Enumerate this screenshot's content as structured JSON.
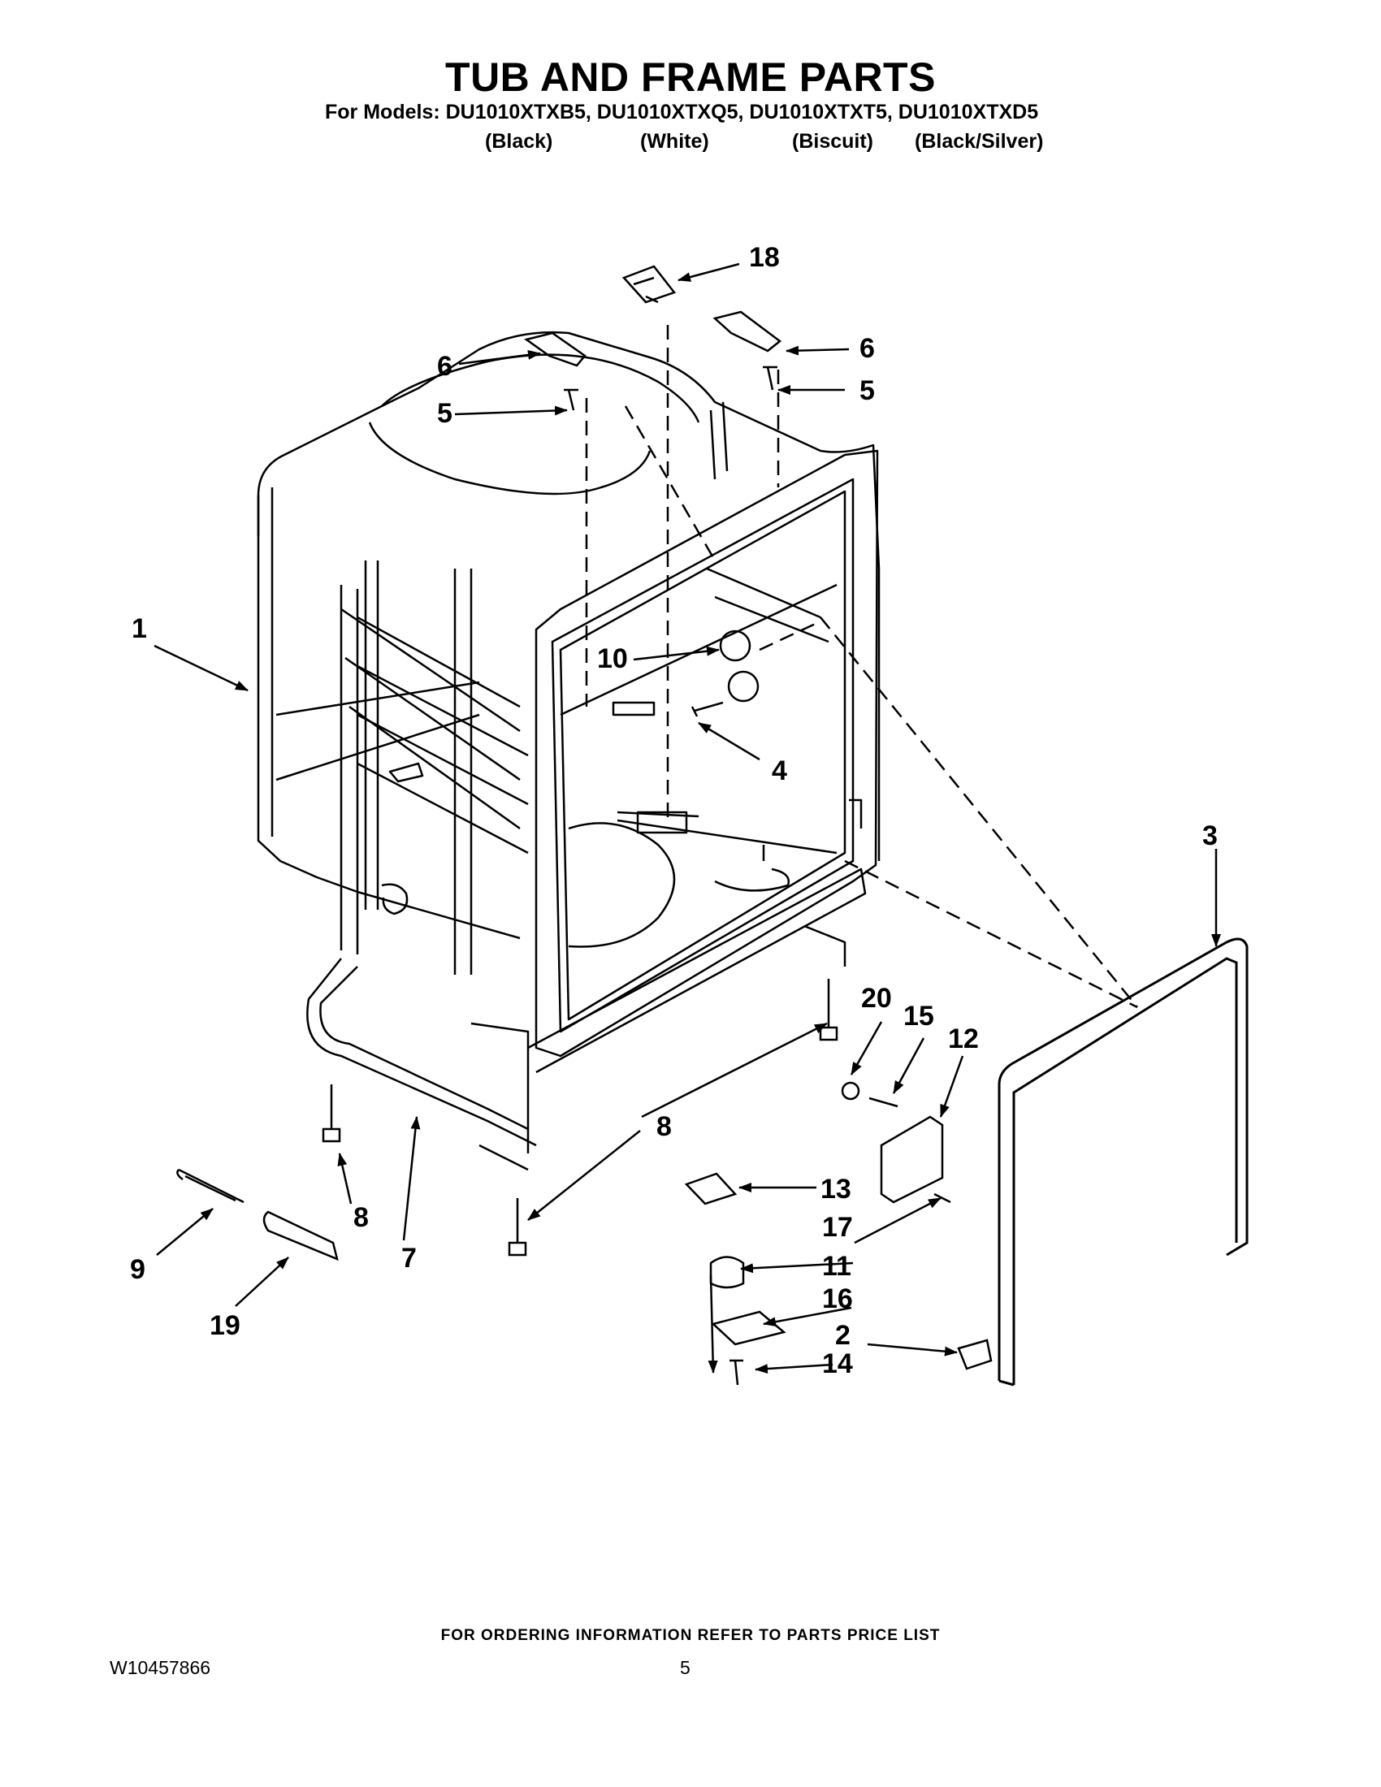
{
  "header": {
    "title": "TUB AND FRAME PARTS",
    "models_line": "For Models: DU1010XTXB5, DU1010XTXQ5, DU1010XTXT5, DU1010XTXD5",
    "variants": [
      "(Black)",
      "(White)",
      "(Biscuit)",
      "(Black/Silver)"
    ]
  },
  "callouts": {
    "c1": "1",
    "c2": "2",
    "c3": "3",
    "c4": "4",
    "c5a": "5",
    "c5b": "5",
    "c6a": "6",
    "c6b": "6",
    "c7": "7",
    "c8a": "8",
    "c8b": "8",
    "c9": "9",
    "c10": "10",
    "c11": "11",
    "c12": "12",
    "c13": "13",
    "c14": "14",
    "c15": "15",
    "c16": "16",
    "c17": "17",
    "c18": "18",
    "c19": "19",
    "c20": "20"
  },
  "footer": {
    "ordering_note": "FOR ORDERING INFORMATION REFER TO PARTS PRICE LIST",
    "document_number": "W10457866",
    "page_number": "5"
  }
}
